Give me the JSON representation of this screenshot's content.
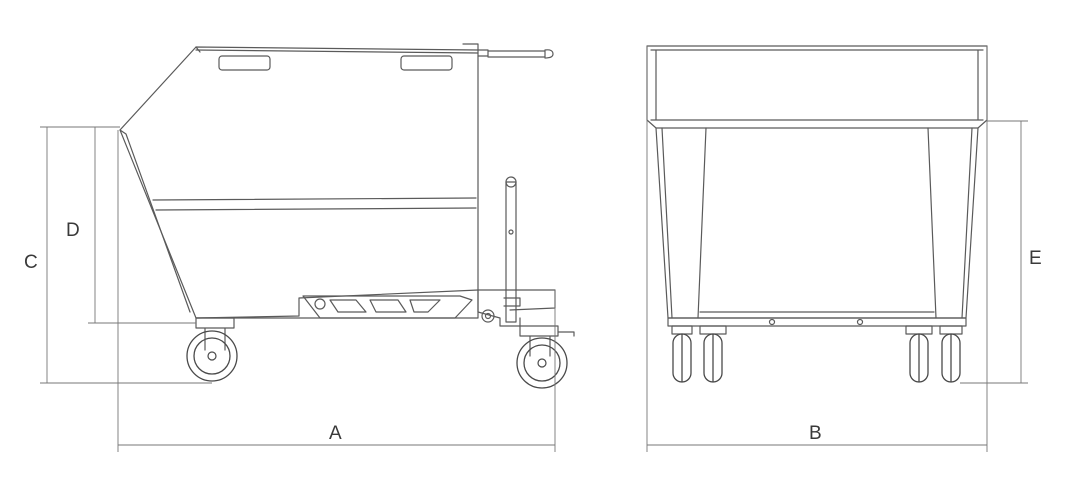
{
  "dimension_labels": {
    "a": "A",
    "b": "B",
    "c": "C",
    "d": "D",
    "e": "E"
  }
}
